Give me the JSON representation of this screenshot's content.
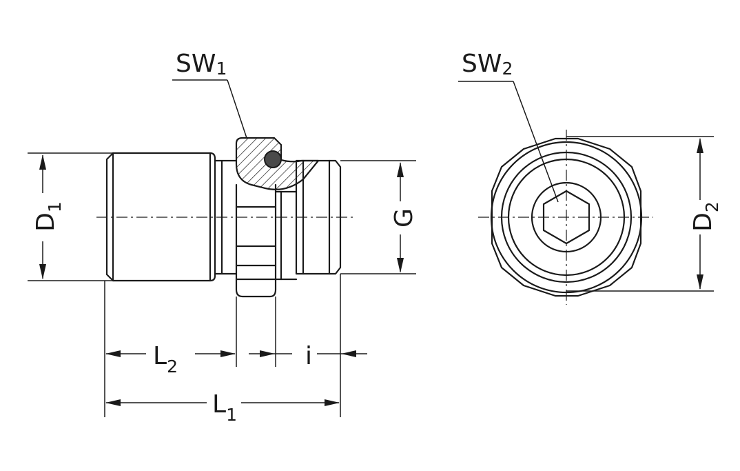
{
  "labels": {
    "sw1": {
      "main": "SW",
      "sub": "1"
    },
    "sw2": {
      "main": "SW",
      "sub": "2"
    },
    "d1": {
      "main": "D",
      "sub": "1"
    },
    "d2": {
      "main": "D",
      "sub": "2"
    },
    "g": {
      "main": "G"
    },
    "l1": {
      "main": "L",
      "sub": "1"
    },
    "l2": {
      "main": "L",
      "sub": "2"
    },
    "i": {
      "main": "i"
    }
  }
}
